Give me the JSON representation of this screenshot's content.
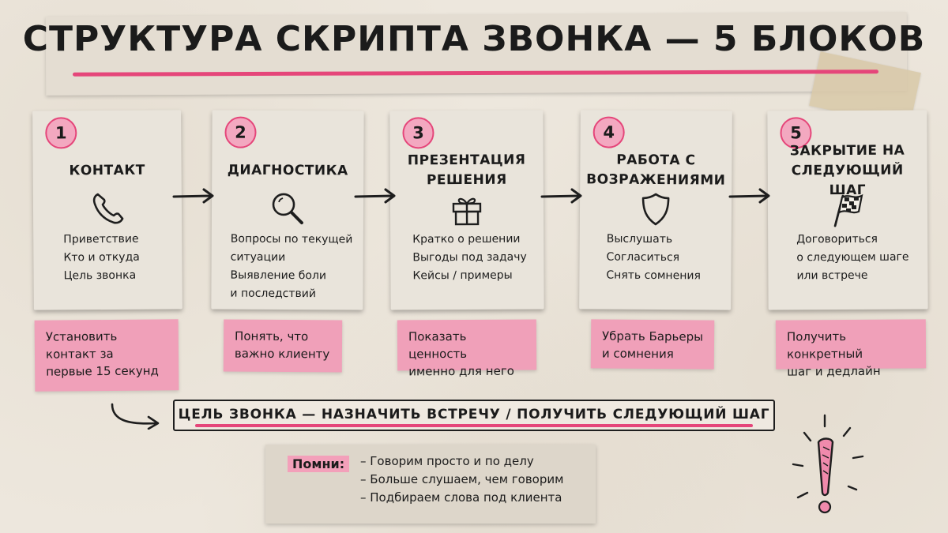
{
  "title": "СТРУКТУРА СКРИПТА ЗВОНКА — 5 БЛОКОВ",
  "blocks": [
    {
      "number": "1",
      "title": [
        "КОНТАКТ"
      ],
      "icon": "phone-icon",
      "bullets": [
        "Приветствие",
        "Кто и откуда",
        "Цель звонка"
      ],
      "note": [
        "Установить",
        "контакт за",
        "первые 15 секунд"
      ]
    },
    {
      "number": "2",
      "title": [
        "ДИАГНОСТИКА"
      ],
      "icon": "magnifier-icon",
      "bullets": [
        "Вопросы по текущей",
        "ситуации",
        "Выявление боли",
        "и последствий"
      ],
      "note": [
        "Понять, что",
        "важно клиенту"
      ]
    },
    {
      "number": "3",
      "title": [
        "ПРЕЗЕНТАЦИЯ",
        "РЕШЕНИЯ"
      ],
      "icon": "gift-icon",
      "bullets": [
        "Кратко о решении",
        "Выгоды под задачу",
        "Кейсы / примеры"
      ],
      "note": [
        "Показать ценность",
        "именно для него"
      ]
    },
    {
      "number": "4",
      "title": [
        "РАБОТА С",
        "ВОЗРАЖЕНИЯМИ"
      ],
      "icon": "shield-icon",
      "bullets": [
        "Выслушать",
        "Согласиться",
        "Снять сомнения"
      ],
      "note": [
        "Убрать Барьеры",
        "и сомнения"
      ]
    },
    {
      "number": "5",
      "title": [
        "ЗАКРЫТИЕ НА",
        "СЛЕДУЮЩИЙ ШАГ"
      ],
      "icon": "checkered-flag-icon",
      "bullets": [
        "Договориться",
        "о следующем шаге",
        "или встрече"
      ],
      "note": [
        "Получить конкретный",
        "шаг и дедлайн"
      ]
    }
  ],
  "goal": "ЦЕЛЬ ЗВОНКА — НАЗНАЧИТЬ ВСТРЕЧУ / ПОЛУЧИТЬ СЛЕДУЮЩИЙ ШАГ",
  "remember": {
    "label": "Помни:",
    "items": [
      "Говорим просто и по делу",
      "Больше слушаем, чем говорим",
      "Подбираем слова под клиента"
    ]
  },
  "colors": {
    "accent": "#e5467a",
    "note": "#f0a0b9",
    "paper": "#e9e4db",
    "background": "#ede7dd"
  }
}
